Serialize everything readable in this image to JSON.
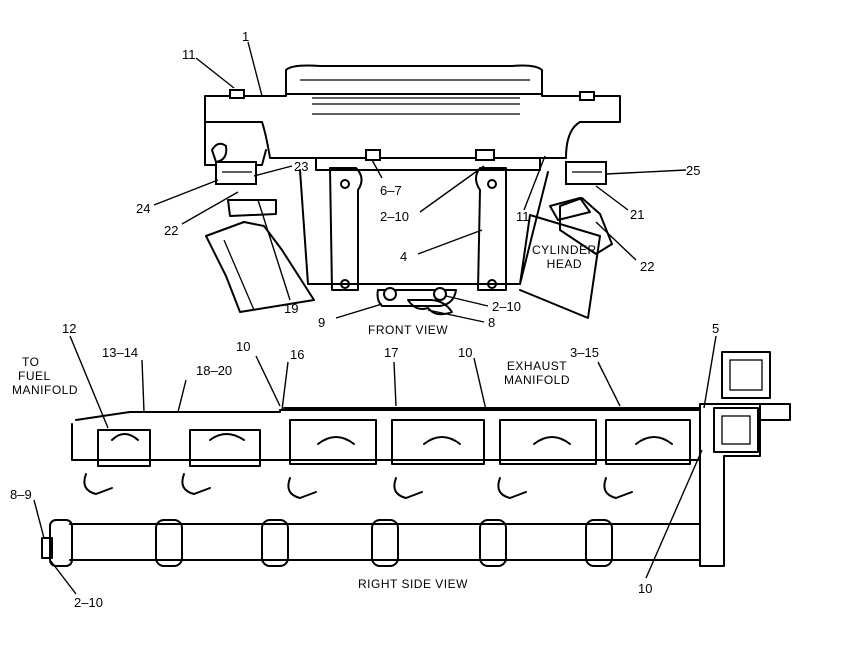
{
  "views": {
    "front": "FRONT VIEW",
    "right_side": "RIGHT SIDE VIEW"
  },
  "notes": {
    "to_fuel_manifold_line1": "TO",
    "to_fuel_manifold_line2": "FUEL",
    "to_fuel_manifold_line3": "MANIFOLD",
    "exhaust_manifold_line1": "EXHAUST",
    "exhaust_manifold_line2": "MANIFOLD",
    "cylinder_head_line1": "CYLINDER",
    "cylinder_head_line2": "HEAD"
  },
  "callouts": {
    "front_11a": "11",
    "front_1": "1",
    "front_23": "23",
    "front_25": "25",
    "front_24": "24",
    "front_6_7": "6–7",
    "front_2_10a": "2–10",
    "front_11b": "11",
    "front_21": "21",
    "front_22a": "22",
    "front_4": "4",
    "front_22b": "22",
    "front_19": "19",
    "front_9": "9",
    "front_2_10b": "2–10",
    "front_8": "8",
    "side_12": "12",
    "side_13_14": "13–14",
    "side_10a": "10",
    "side_16": "16",
    "side_17": "17",
    "side_10b": "10",
    "side_3_15": "3–15",
    "side_5": "5",
    "side_18_20": "18–20",
    "side_8_9": "8–9",
    "side_2_10": "2–10",
    "side_10c": "10"
  }
}
